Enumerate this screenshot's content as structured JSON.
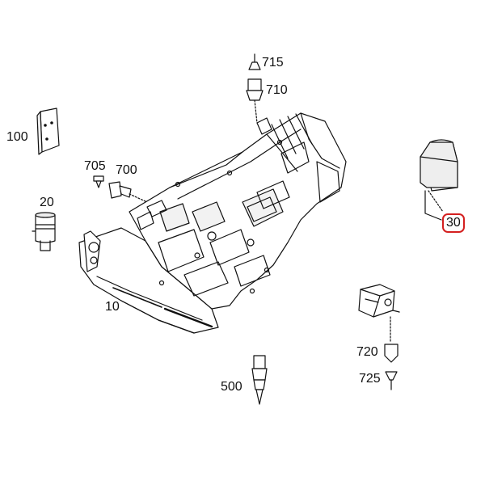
{
  "labels": {
    "p715": "715",
    "p710": "710",
    "p100": "100",
    "p705": "705",
    "p700": "700",
    "p20": "20",
    "p10": "10",
    "p30": "30",
    "p720": "720",
    "p725": "725",
    "p500": "500"
  },
  "highlight": {
    "part": "30",
    "color": "#d42020"
  },
  "colors": {
    "stroke": "#111111",
    "fill": "#ffffff",
    "shade": "#d9d9d9"
  }
}
